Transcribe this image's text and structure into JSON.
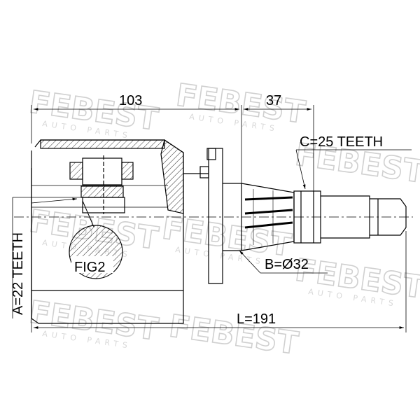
{
  "watermark": {
    "brand": "FEBEST",
    "sub": "AUTO PARTS"
  },
  "dimensions": {
    "housing_length": "103",
    "shaft_length": "37",
    "outer_teeth": "C=25 TEETH",
    "diameter": "B=Ø32",
    "total_length": "L=191",
    "inner_teeth": "A=22 TEETH"
  },
  "callouts": {
    "fig": "FIG2"
  },
  "colors": {
    "line": "#000000",
    "watermark": "#d0d0d0"
  }
}
